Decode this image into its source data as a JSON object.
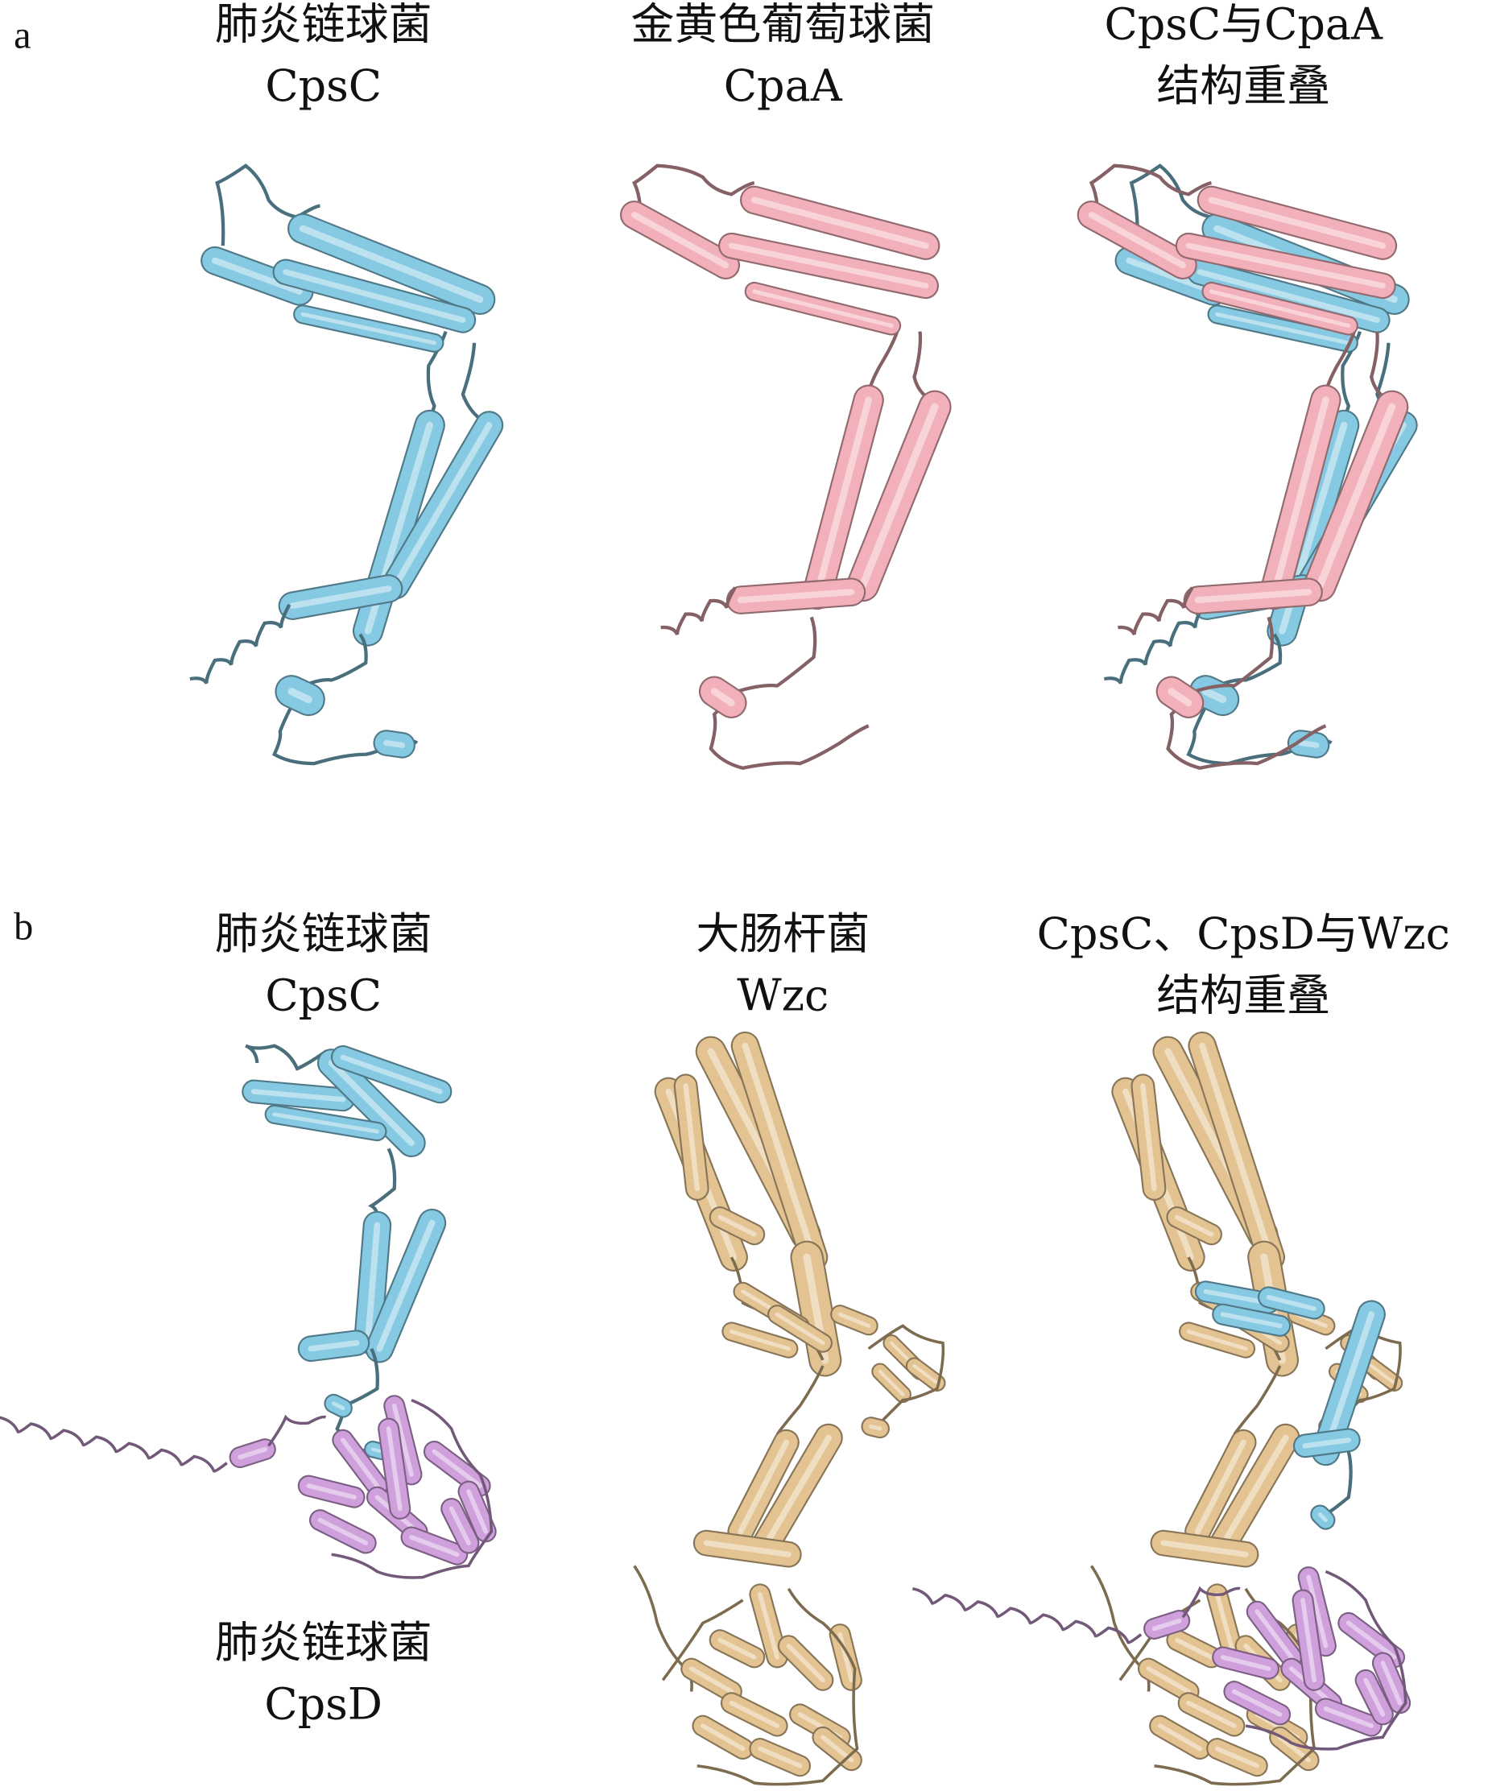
{
  "panels": {
    "a": {
      "label": "a",
      "columns": [
        {
          "line1": "肺炎链球菌",
          "line2": "CpsC"
        },
        {
          "line1": "金黄色葡萄球菌",
          "line2": "CpaA"
        },
        {
          "line1": "CpsC与CpaA",
          "line2": "结构重叠"
        }
      ]
    },
    "b": {
      "label": "b",
      "columns": [
        {
          "line1": "肺炎链球菌",
          "line2": "CpsC"
        },
        {
          "line1": "大肠杆菌",
          "line2": "Wzc"
        },
        {
          "line1": "CpsC、CpsD与Wzc",
          "line2": "结构重叠"
        }
      ],
      "bottom_label": {
        "line1": "肺炎链球菌",
        "line2": "CpsD"
      }
    }
  },
  "colors": {
    "cpsc": "#86c9e2",
    "cpaa": "#f2b1ba",
    "wzc": "#e3c391",
    "cpsd": "#cfa0dc",
    "outline": "#3d5e6a"
  }
}
